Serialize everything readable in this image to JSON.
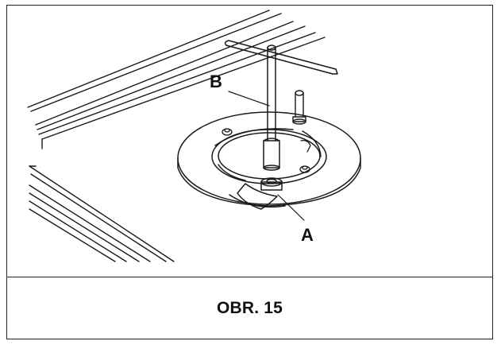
{
  "figure": {
    "caption": "OBR. 15",
    "labels": {
      "a": "A",
      "b": "B"
    },
    "colors": {
      "line": "#1a1a1a",
      "background": "#ffffff"
    },
    "parts": [
      "t-handle-wrench",
      "spare-wheel-hold-down-nut",
      "wheel-well-mount-ring",
      "locating-pin"
    ]
  }
}
